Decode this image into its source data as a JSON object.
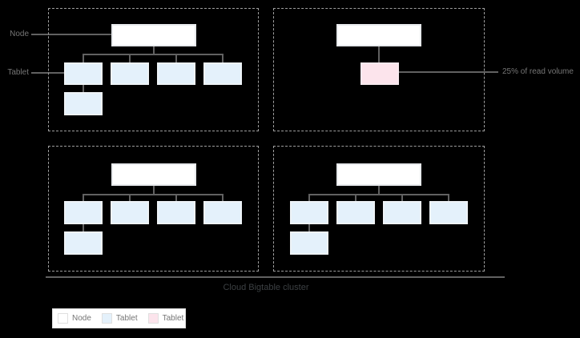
{
  "annotations": {
    "node_label": "Node",
    "tablet_label": "Tablet",
    "read_volume_label": "25% of read volume"
  },
  "footer": {
    "cluster_title": "Cloud Bigtable cluster"
  },
  "legend": {
    "items": [
      {
        "label": "Node",
        "swatch": "node-swatch",
        "color": "#ffffff"
      },
      {
        "label": "Tablet",
        "swatch": "tablet-blue-swatch",
        "color": "#e4f1fb"
      },
      {
        "label": "Tablet",
        "swatch": "tablet-pink-swatch",
        "color": "#fce4ec"
      }
    ]
  },
  "colors": {
    "background": "#000000",
    "node_fill": "#ffffff",
    "tablet_fill": "#e4f1fb",
    "hot_tablet_fill": "#fce4ec",
    "connector_line": "#616161",
    "dashed_border": "#9e9e9e",
    "label_text": "#757575",
    "title_text": "#3c4043"
  },
  "diagram": {
    "quadrants": [
      {
        "name": "node-group-1",
        "position": "top-left",
        "node_count": 1,
        "blue_tablets": 5,
        "pink_tablets": 0
      },
      {
        "name": "node-group-2",
        "position": "top-right",
        "node_count": 1,
        "blue_tablets": 0,
        "pink_tablets": 1,
        "annotation": "25% of read volume"
      },
      {
        "name": "node-group-3",
        "position": "bottom-left",
        "node_count": 1,
        "blue_tablets": 5,
        "pink_tablets": 0
      },
      {
        "name": "node-group-4",
        "position": "bottom-right",
        "node_count": 1,
        "blue_tablets": 5,
        "pink_tablets": 0
      }
    ]
  }
}
